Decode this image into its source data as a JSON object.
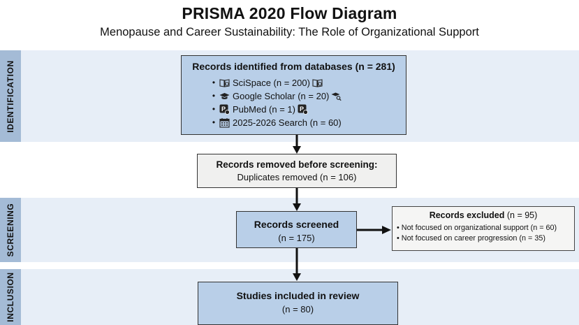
{
  "title": "PRISMA 2020 Flow Diagram",
  "subtitle": "Menopause and Career Sustainability: The Role of Organizational Support",
  "phases": {
    "identification": "IDENTIFICATION",
    "screening": "SCREENING",
    "inclusion": "INCLUSION"
  },
  "identified": {
    "heading": "Records identified from databases (n = 281)",
    "sources": [
      {
        "label": "SciSpace (n = 200)",
        "icon": "book-search-icon"
      },
      {
        "label": "Google Scholar (n = 20)",
        "icon": "graduation-cap-icon"
      },
      {
        "label": "PubMed (n = 1)",
        "icon": "pubmed-icon"
      },
      {
        "label": "2025-2026 Search (n = 60)",
        "icon": "calendar-icon"
      }
    ]
  },
  "removed": {
    "heading": "Records removed before screening:",
    "detail": "Duplicates removed (n = 106)"
  },
  "screened": {
    "heading": "Records screened",
    "count": "(n = 175)"
  },
  "excluded": {
    "heading": "Records excluded",
    "count": "(n = 95)",
    "reasons": [
      "Not focused on organizational support (n = 60)",
      "Not focused on career progression (n = 35)"
    ]
  },
  "included": {
    "heading": "Studies included in review",
    "count": "(n = 80)"
  },
  "colors": {
    "band_bg": "#e7eef7",
    "band_label_bg": "#a4bbd6",
    "box_blue": "#b9cfe8",
    "box_grey": "#f0f0ef"
  }
}
